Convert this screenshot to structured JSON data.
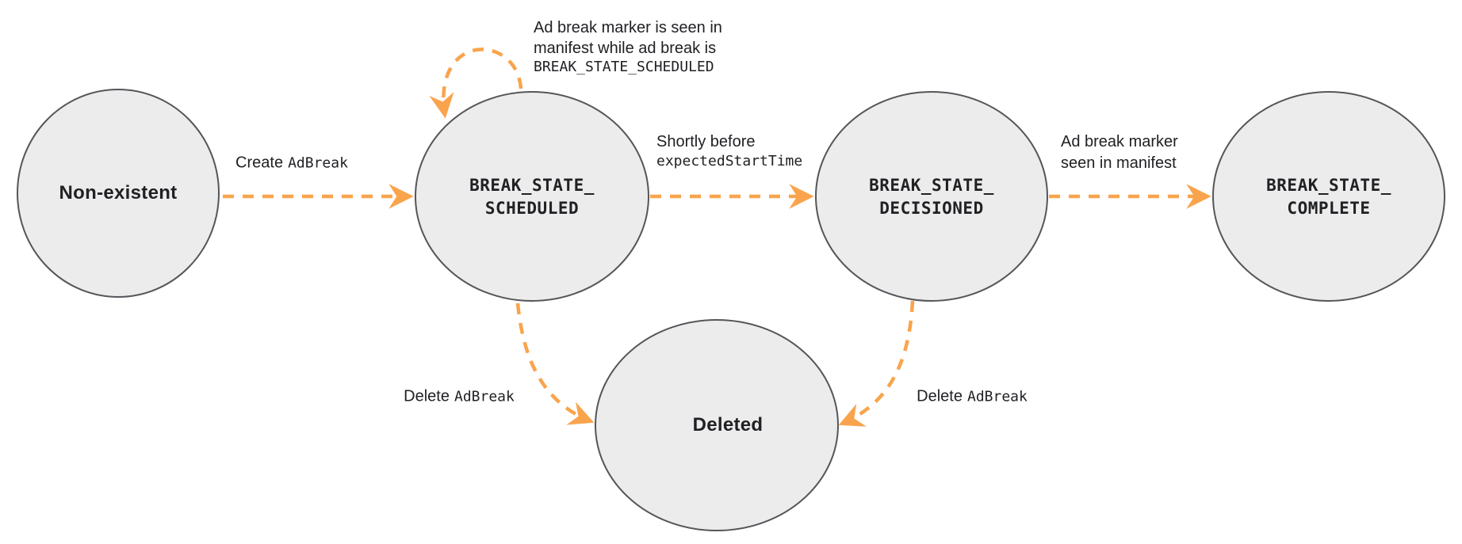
{
  "diagram": {
    "colors": {
      "arrow": "#F9A44D",
      "node_fill": "#ECECEC",
      "node_border": "#54565A",
      "text": "#202124",
      "background": "#FFFFFF"
    },
    "nodes": {
      "non_existent": {
        "label": "Non-existent"
      },
      "scheduled": {
        "line1": "BREAK_STATE_",
        "line2": "SCHEDULED"
      },
      "decisioned": {
        "line1": "BREAK_STATE_",
        "line2": "DECISIONED"
      },
      "complete": {
        "line1": "BREAK_STATE_",
        "line2": "COMPLETE"
      },
      "deleted": {
        "label": "Deleted"
      }
    },
    "edges": {
      "create": {
        "plain": "Create",
        "code": "AdBreak"
      },
      "schedule_loop": {
        "line1": "Ad break marker is seen in",
        "line2": "manifest while ad break is",
        "code": "BREAK_STATE_SCHEDULED"
      },
      "decision": {
        "plain": "Shortly before",
        "code": "expectedStartTime"
      },
      "complete": {
        "line1": "Ad break marker",
        "line2": "seen in manifest"
      },
      "delete_from_scheduled": {
        "plain": "Delete",
        "code": "AdBreak"
      },
      "delete_from_decisioned": {
        "plain": "Delete",
        "code": "AdBreak"
      }
    }
  }
}
